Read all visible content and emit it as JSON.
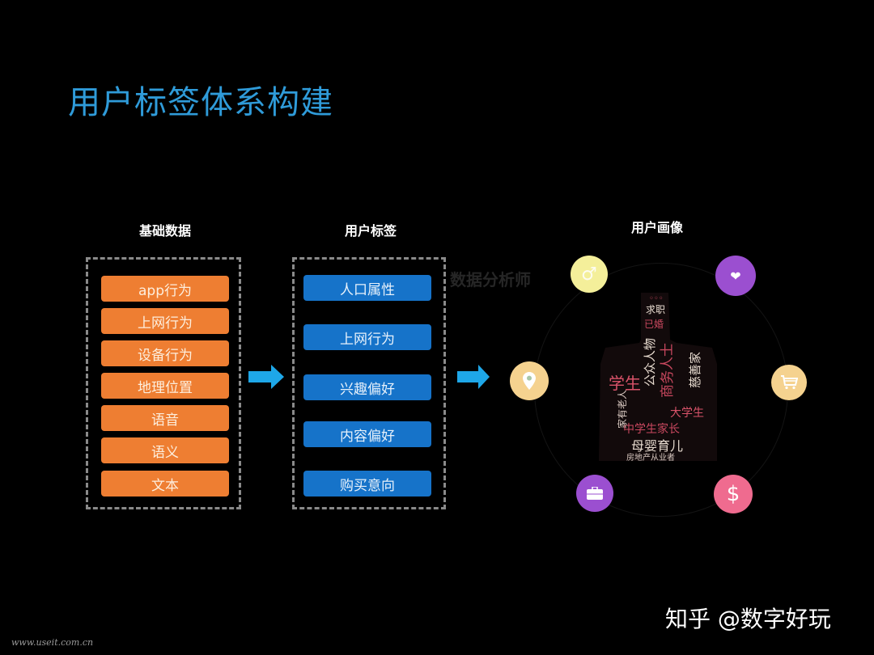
{
  "title": "用户标签体系构建",
  "columns": {
    "basic_data": {
      "heading": "基础数据",
      "items": [
        "app行为",
        "上网行为",
        "设备行为",
        "地理位置",
        "语音",
        "语义",
        "文本"
      ]
    },
    "user_tags": {
      "heading": "用户标签",
      "items": [
        "人口属性",
        "上网行为",
        "兴趣偏好",
        "内容偏好",
        "购买意向"
      ]
    },
    "user_portrait": {
      "heading": "用户画像",
      "icons": [
        {
          "name": "gender-icon",
          "glyph": "♂",
          "color": "#f4ef9a"
        },
        {
          "name": "health-heart-icon",
          "glyph": "❤",
          "color": "#9b4fd0"
        },
        {
          "name": "location-pin-icon",
          "glyph": "●",
          "color": "#f5d28f"
        },
        {
          "name": "shopping-cart-icon",
          "glyph": "🛒",
          "color": "#f5d28f"
        },
        {
          "name": "briefcase-icon",
          "glyph": "■",
          "color": "#9b4fd0"
        },
        {
          "name": "dollar-icon",
          "glyph": "$",
          "color": "#ef6b8f"
        }
      ],
      "word_cloud": [
        "求职",
        "已婚",
        "学生",
        "公众人物",
        "商务人士",
        "慈善家",
        "大学生",
        "中学生家长",
        "母婴育儿",
        "房地产从业者",
        "家有老人"
      ]
    }
  },
  "colors": {
    "title": "#2f9bd9",
    "orange": "#ee7e32",
    "blue": "#1673c9",
    "arrow": "#1ea7e8"
  },
  "watermark": "数据分析师",
  "footer": {
    "credit": "知乎 @数字好玩",
    "url": "www.useit.com.cn"
  }
}
